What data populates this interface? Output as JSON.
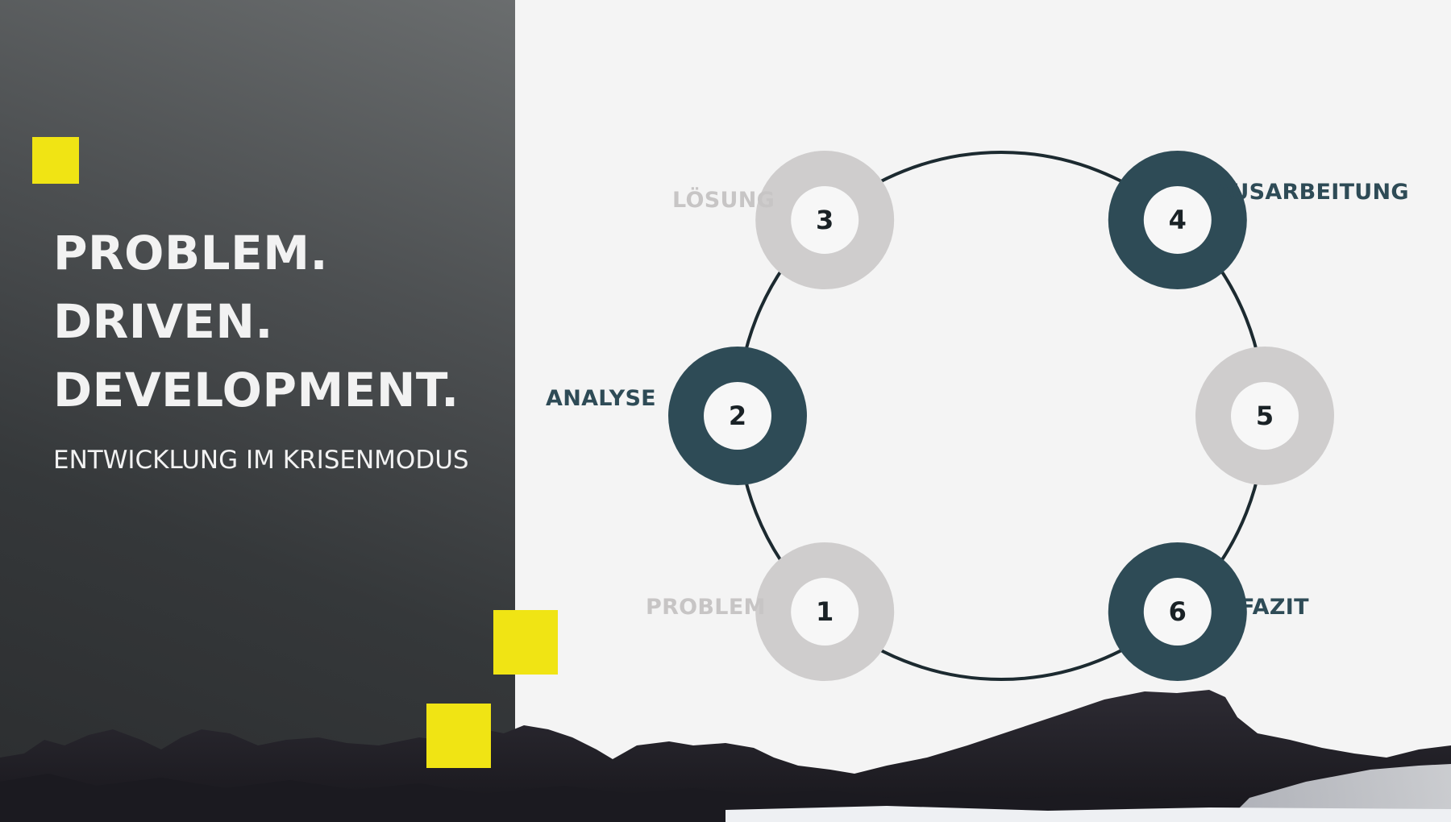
{
  "slide": {
    "title_lines": [
      "PROBLEM.",
      "DRIVEN.",
      "DEVELOPMENT."
    ],
    "subtitle": "ENTWICKLUNG IM KRISENMODUS"
  },
  "cycle": {
    "steps": [
      {
        "number": "1",
        "label": "PROBLEM",
        "style": "light"
      },
      {
        "number": "2",
        "label": "ANALYSE",
        "style": "dark"
      },
      {
        "number": "3",
        "label": "LÖSUNG",
        "style": "light"
      },
      {
        "number": "4",
        "label": "AUSARBEITUNG",
        "style": "dark"
      },
      {
        "number": "5",
        "label": "",
        "style": "light"
      },
      {
        "number": "6",
        "label": "FAZIT",
        "style": "dark"
      }
    ]
  },
  "colors": {
    "accent_yellow": "#f0e414",
    "dark_teal": "#2e4b56",
    "light_grey": "#cfcdcd",
    "light_label": "#c7c5c5",
    "ring_line": "#1c2a30"
  }
}
